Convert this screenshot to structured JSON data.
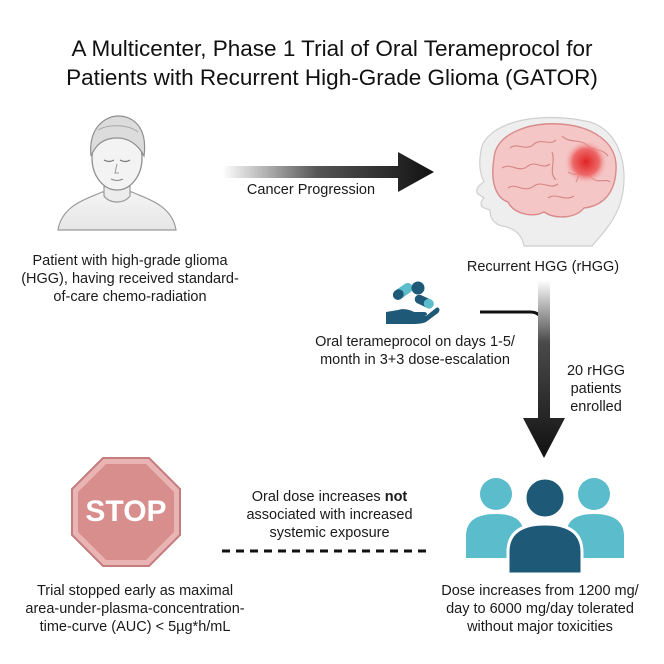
{
  "title": {
    "line1": "A Multicenter, Phase 1 Trial of Oral Terameprocol for",
    "line2": "Patients with Recurrent High-Grade Glioma (GATOR)"
  },
  "patient": {
    "icon": "patient-head-icon",
    "caption_line1": "Patient with high-grade glioma",
    "caption_line2": "(HGG), having received standard-",
    "caption_line3": "of-care chemo-radiation"
  },
  "progression_arrow": {
    "label": "Cancer Progression"
  },
  "recurrent": {
    "icon": "brain-tumor-icon",
    "caption": "Recurrent HGG (rHGG)"
  },
  "treatment": {
    "icon": "pill-hand-icon",
    "line1": "Oral terameprocol on days 1-5/",
    "line2": "month in 3+3 dose-escalation"
  },
  "enrolled": {
    "line1": "20 rHGG",
    "line2": "patients",
    "line3": "enrolled"
  },
  "stop": {
    "icon": "stop-sign-icon",
    "sign_text": "STOP",
    "caption_line1": "Trial stopped early as maximal",
    "caption_line2": "area-under-plasma-concentration-",
    "caption_line3": "time-curve (AUC) < 5µg*h/mL"
  },
  "exposure": {
    "line1_pre": "Oral dose increases ",
    "line1_bold": "not",
    "line2": "associated with increased",
    "line3": "systemic exposure"
  },
  "group": {
    "icon": "patient-group-icon",
    "caption_line1": "Dose increases from 1200 mg/",
    "caption_line2": "day to 6000 mg/day tolerated",
    "caption_line3": "without major toxicities"
  },
  "colors": {
    "arrow_dark": "#1a1a1a",
    "stop_fill": "#d98e8e",
    "stop_border": "#c47c7c",
    "people_teal": "#5bbccb",
    "people_navy": "#1e5a78",
    "tumor_red": "#e02424",
    "brain_pink": "#f2c2c2"
  }
}
